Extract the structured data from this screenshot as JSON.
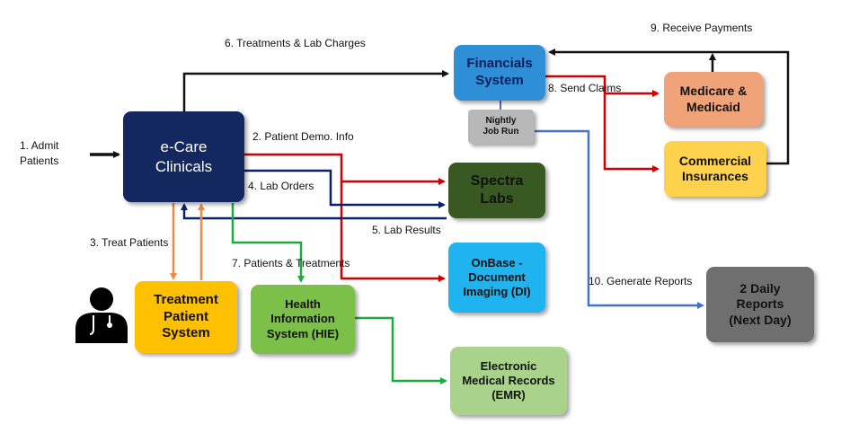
{
  "nodes": {
    "ecare": "e-Care\nClinicals",
    "financials": "Financials\nSystem",
    "nightly": "Nightly\nJob Run",
    "medicare": "Medicare &\nMedicaid",
    "commercial": "Commercial\nInsurances",
    "spectra": "Spectra\nLabs",
    "onbase": "OnBase -\nDocument\nImaging (DI)",
    "treatment": "Treatment\nPatient\nSystem",
    "hie": "Health\nInformation\nSystem (HIE)",
    "emr": "Electronic\nMedical Records\n(EMR)",
    "reports": "2 Daily\nReports\n(Next Day)"
  },
  "labels": {
    "admit": "1. Admit\nPatients",
    "demo": "2. Patient Demo. Info",
    "treat": "3. Treat Patients",
    "lab_orders": "4. Lab Orders",
    "lab_results": "5. Lab Results",
    "charges": "6. Treatments & Lab Charges",
    "patients_treatments": "7. Patients & Treatments",
    "send_claims": "8. Send Claims",
    "receive_payments": "9. Receive Payments",
    "generate_reports": "10. Generate Reports"
  },
  "colors": {
    "ecare": "#12285f",
    "financials": "#2e8fd6",
    "nightly": "#b8b8b8",
    "medicare": "#f0a379",
    "commercial": "#ffd24d",
    "spectra": "#385a22",
    "onbase": "#1fb4ef",
    "treatment": "#ffc000",
    "hie": "#7cc04a",
    "emr": "#a9d38a",
    "reports": "#6f6f6f",
    "red": "#d00000",
    "navy": "#0b1f6b",
    "green": "#1aac3c",
    "orange": "#ed8a44",
    "blue": "#4472c4",
    "black": "#111111"
  },
  "icons": {
    "doctor": "doctor-icon"
  }
}
